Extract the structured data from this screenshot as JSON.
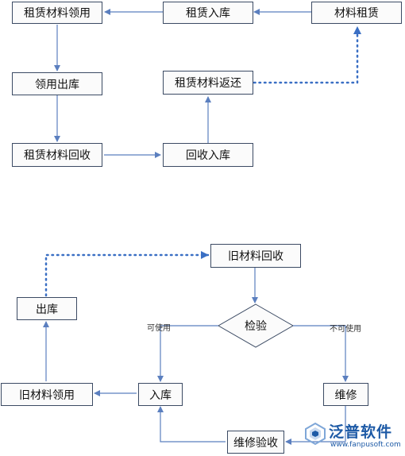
{
  "top_flow": {
    "rent_material": "材料租赁",
    "rent_in_stock": "租赁入库",
    "rent_material_use": "租赁材料领用",
    "use_out_stock": "领用出库",
    "rent_material_recycle": "租赁材料回收",
    "recycle_in_stock": "回收入库",
    "rent_material_return": "租赁材料返还"
  },
  "bottom_flow": {
    "old_material_recycle": "旧材料回收",
    "inspect": "检验",
    "usable": "可使用",
    "unusable": "不可使用",
    "out_stock": "出库",
    "in_stock": "入库",
    "old_material_use": "旧材料领用",
    "repair": "维修",
    "repair_acceptance": "维修验收"
  },
  "watermark": {
    "brand": "泛普软件",
    "url": "www.fanpusoft.com"
  },
  "colors": {
    "box_border": "#3b4a63",
    "arrow": "#5b7fbf",
    "dotted": "#3a6fc4",
    "logo": "#1d5aa6"
  }
}
